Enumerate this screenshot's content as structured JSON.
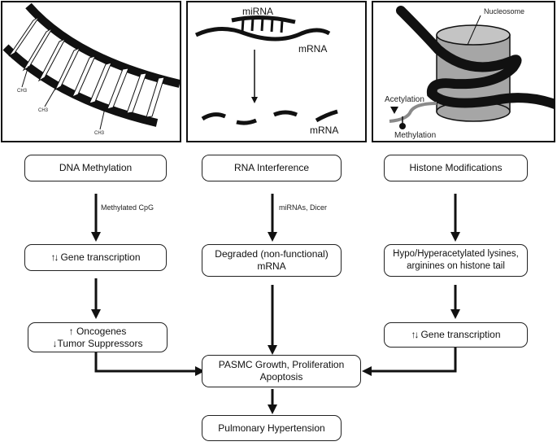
{
  "panels": {
    "dna": {
      "ch3_labels": [
        "CH3",
        "CH3",
        "CH3"
      ]
    },
    "rna": {
      "mirna_label": "miRNA",
      "mrna_top_label": "mRNA",
      "mrna_bottom_label": "mRNA"
    },
    "histone": {
      "nucleosome_label": "Nucleosome",
      "acetylation_label": "Acetylation",
      "methylation_label": "Methylation"
    }
  },
  "columns": {
    "dna": {
      "title": "DNA Methylation",
      "arrow1_label": "Methylated CpG",
      "step2_label": "Gene transcription",
      "step3_line1": "Oncogenes",
      "step3_line2": "Tumor Suppressors"
    },
    "rna": {
      "title": "RNA Interference",
      "arrow1_label": "miRNAs, Dicer",
      "step2_line1": "Degraded (non-functional)",
      "step2_line2": "mRNA"
    },
    "histone": {
      "title": "Histone Modifications",
      "step2_line1": "Hypo/Hyperacetylated lysines,",
      "step2_line2": "arginines on histone tail",
      "step3_label": "Gene transcription"
    }
  },
  "outcome": {
    "line1": "PASMC Growth, Proliferation",
    "line2": "Apoptosis",
    "final": "Pulmonary Hypertension"
  },
  "symbols": {
    "updown": "↑↓",
    "up": "↑",
    "down": "↓"
  }
}
